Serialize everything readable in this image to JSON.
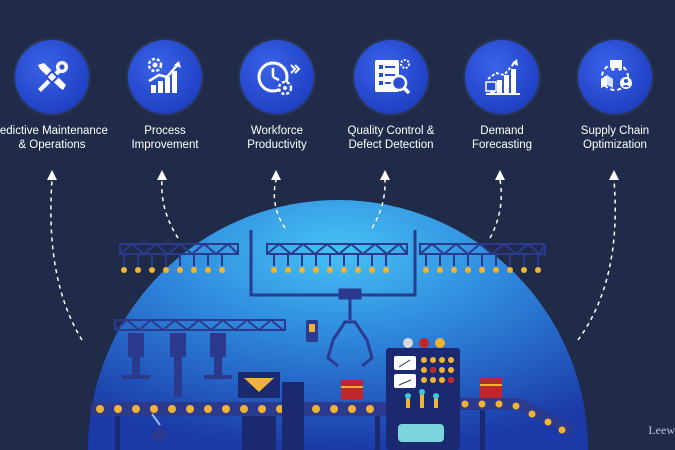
{
  "features": [
    {
      "label": "redictive Maintenance\n& Operations",
      "icon": "wrench-screwdriver-icon"
    },
    {
      "label": "Process\nImprovement",
      "icon": "growth-chart-gear-icon"
    },
    {
      "label": "Workforce\nProductivity",
      "icon": "clock-gear-icon"
    },
    {
      "label": "Quality Control &\nDefect Detection",
      "icon": "checklist-magnifier-icon"
    },
    {
      "label": "Demand\nForecasting",
      "icon": "forecast-chart-icon"
    },
    {
      "label": "Supply Chain\nOptimization",
      "icon": "supply-chain-cycle-icon"
    }
  ],
  "watermark": "Leew",
  "colors": {
    "background": "#1f2b48",
    "icon_circle": "#2a4ed8",
    "dome_top": "#3fb3f0",
    "dome_bottom": "#1e3fb0",
    "truss": "#2b3a8c",
    "light": "#f2b233",
    "box": "#c0262d"
  }
}
